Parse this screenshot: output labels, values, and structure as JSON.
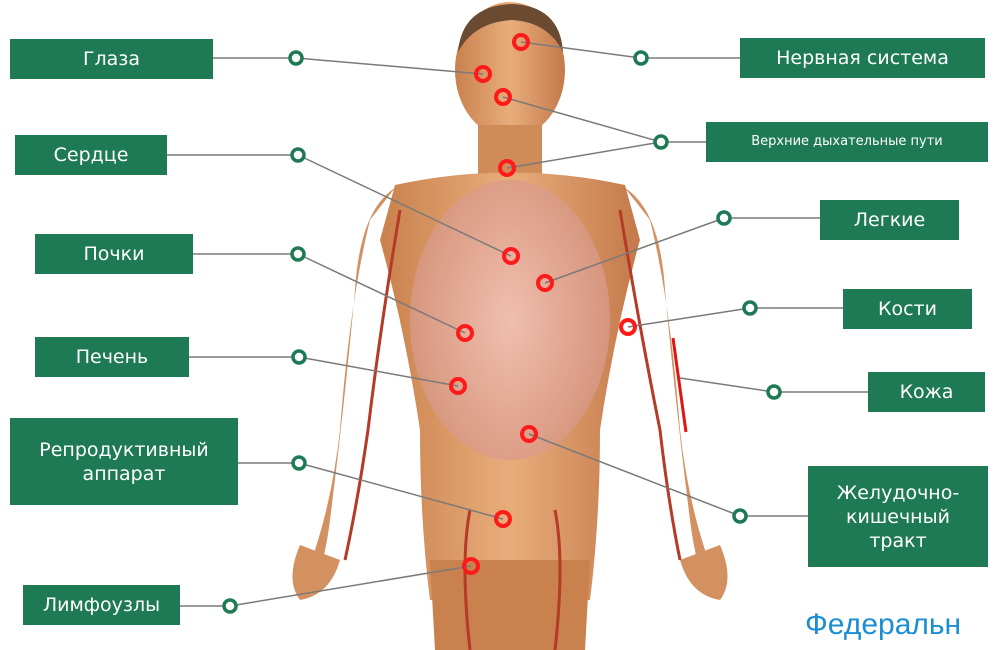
{
  "labels": {
    "eyes": "Глаза",
    "nervous_system": "Нервная система",
    "upper_airways": "Верхние дыхательные пути",
    "heart": "Сердце",
    "lungs": "Легкие",
    "kidneys": "Почки",
    "bones": "Кости",
    "liver": "Печень",
    "skin": "Кожа",
    "reproductive": "Репродуктивный аппарат",
    "gi_tract": "Желудочно-кишечный тракт",
    "lymph_nodes": "Лимфоузлы"
  },
  "footer_text": "Федеральн",
  "colors": {
    "label_bg": "#1e7a54",
    "label_text": "#ffffff",
    "marker": "#ff1a1a",
    "connector": "#7a7a7a",
    "footer": "#1b8fd1",
    "skin": "#d99a6a"
  }
}
